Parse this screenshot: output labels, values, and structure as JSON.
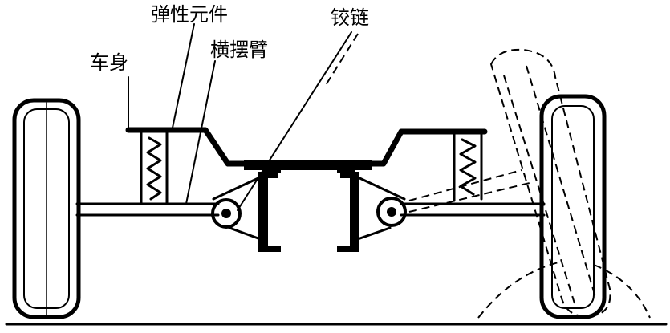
{
  "labels": {
    "elastic_element": "弹性元件",
    "hinge": "铰链",
    "body": "车身",
    "transverse_arm": "横摆臂"
  }
}
